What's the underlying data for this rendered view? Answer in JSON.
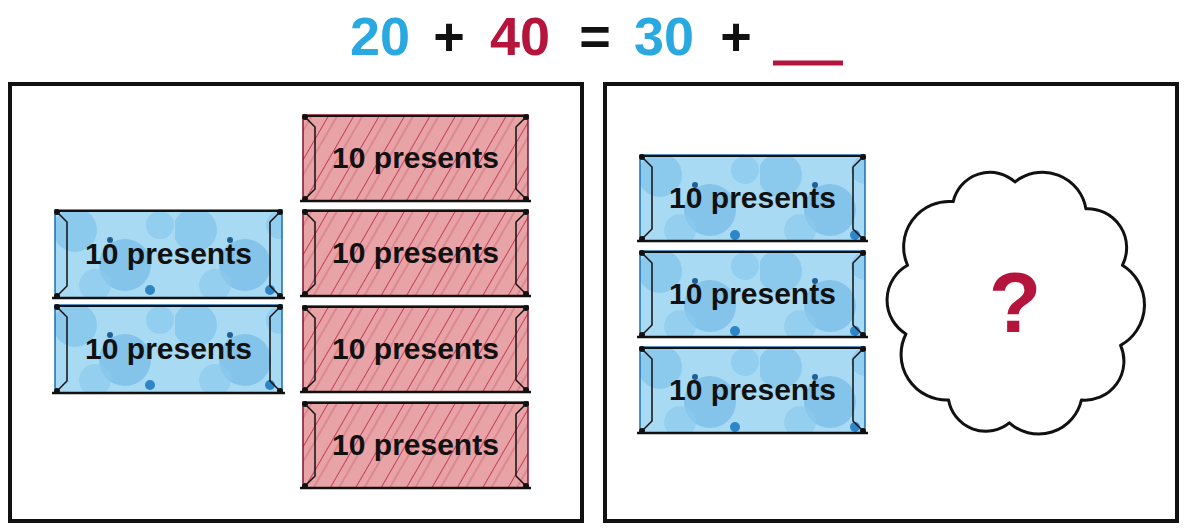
{
  "diagram": {
    "nodes": [
      {
        "text": [
          "10 presents"
        ]
      },
      {
        "text": [
          "10 presents"
        ]
      },
      {
        "text": [
          "10 presents"
        ]
      },
      {
        "text": [
          "10 presents"
        ]
      },
      {
        "text": [
          "10 presents"
        ]
      },
      {
        "text": [
          "10 presents"
        ]
      },
      {
        "text": [
          "10 presents"
        ]
      },
      {
        "text": [
          "10 presents"
        ]
      },
      {
        "text": [
          "10 presents"
        ]
      },
      {
        "text": [
          "?"
        ]
      }
    ],
    "labels": [
      "20",
      "+",
      "40",
      "=",
      "30",
      "+"
    ]
  }
}
